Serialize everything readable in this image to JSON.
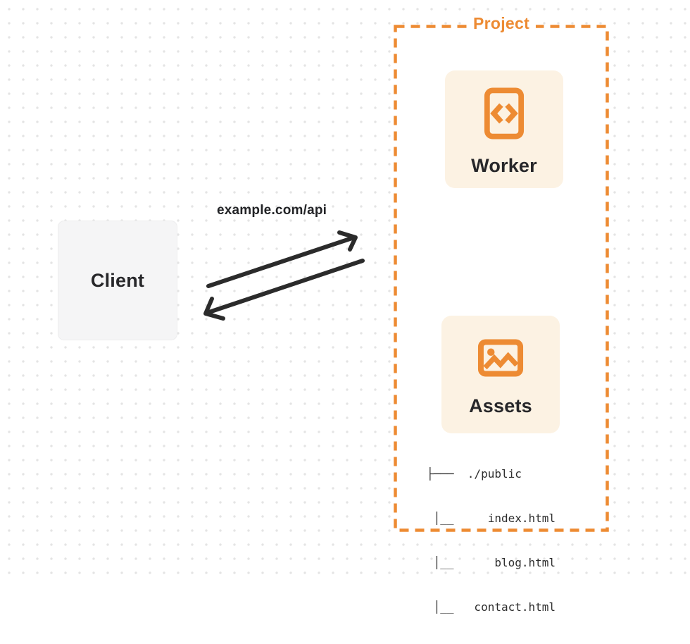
{
  "client": {
    "label": "Client"
  },
  "request_label": "example.com/api",
  "project": {
    "label": "Project",
    "worker": {
      "label": "Worker",
      "icon": "code-file-icon"
    },
    "assets": {
      "label": "Assets",
      "icon": "image-icon"
    },
    "file_tree": {
      "lines": [
        "├───  ./public",
        " │__     index.html",
        " │__      blog.html",
        " │__   contact.html"
      ]
    }
  },
  "arrows": {
    "request": "client-to-project",
    "response": "project-to-client"
  },
  "colors": {
    "accent_orange": "#ed8b33",
    "card_cream": "#fcf2e3",
    "client_gray": "#f5f5f6",
    "arrow_dark": "#2b2b2b",
    "dot_grid": "#e4e4e4",
    "text_dark": "#27272a"
  }
}
